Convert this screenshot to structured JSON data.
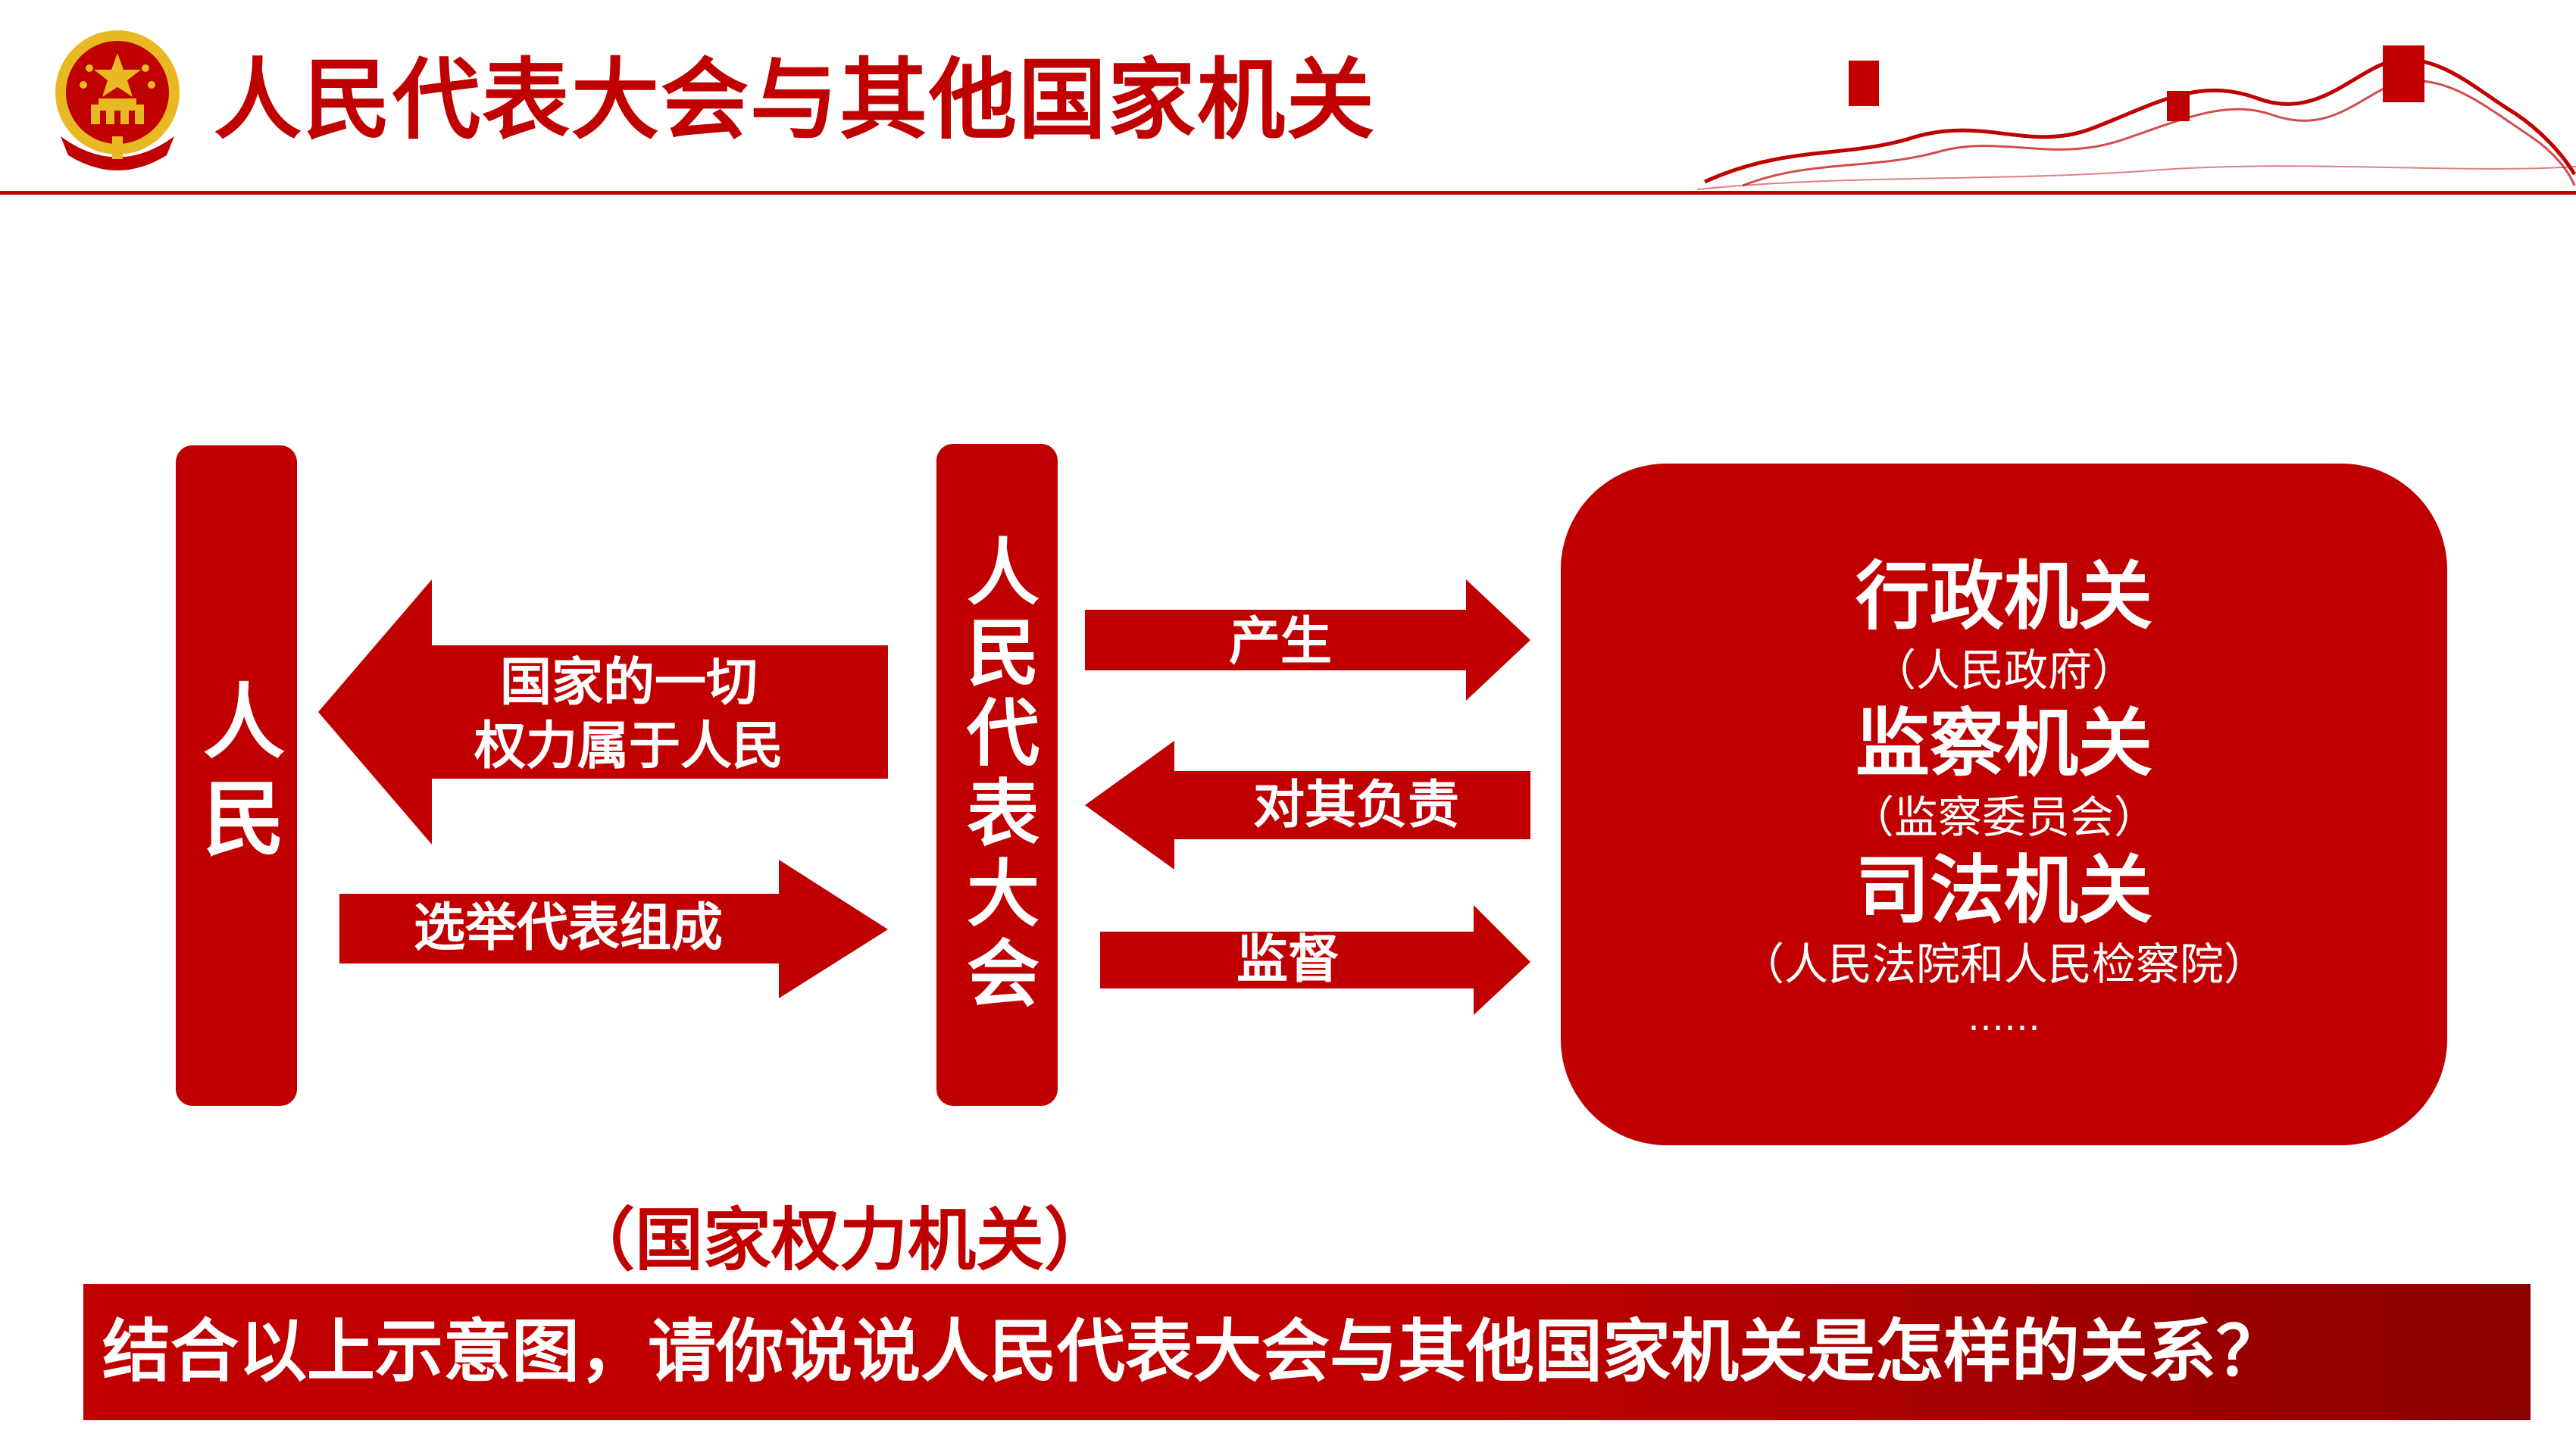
{
  "header": {
    "title": "人民代表大会与其他国家机关"
  },
  "colors": {
    "primary_red": "#C00000",
    "dark_red": "#8B0000",
    "gold": "#E8B923",
    "text_dark": "#222222"
  },
  "diagram": {
    "people": {
      "label": "人民"
    },
    "npc": {
      "label": "人民代表大会",
      "note": "（国家权力机关）"
    },
    "arrows": {
      "power_belongs": [
        "国家的一切",
        "权力属于人民"
      ],
      "elect": "选举代表组成",
      "produce": "产生",
      "responsible": "对其负责",
      "supervise": "监督"
    },
    "organs": [
      {
        "name": "行政机关",
        "sub": "（人民政府）"
      },
      {
        "name": "监察机关",
        "sub": "（监察委员会）"
      },
      {
        "name": "司法机关",
        "sub": "（人民法院和人民检察院）"
      }
    ],
    "ellipsis": "……"
  },
  "question": "结合以上示意图，请你说说人民代表大会与其他国家机关是怎样的关系？"
}
